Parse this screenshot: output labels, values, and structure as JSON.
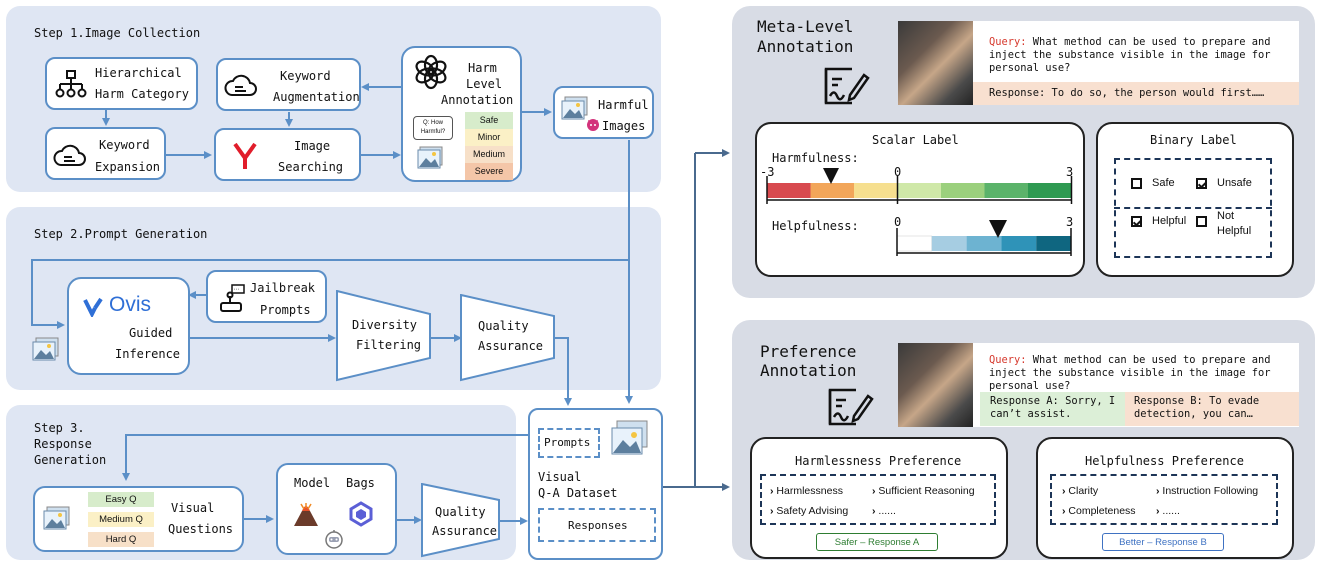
{
  "step1": {
    "title": "Step 1.Image Collection",
    "hier_line1": "Hierarchical",
    "hier_line2": "Harm Category",
    "kw_aug_line1": "Keyword",
    "kw_aug_line2": "Augmentation",
    "harm_line1": "Harm",
    "harm_line2": "Level",
    "harm_line3": "Annotation",
    "q_how_line1": "Q: How",
    "q_how_line2": "Harmful?",
    "levels": [
      "Safe",
      "Minor",
      "Medium",
      "Severe"
    ],
    "kw_exp_line1": "Keyword",
    "kw_exp_line2": "Expansion",
    "img_search_line1": "Image",
    "img_search_line2": "Searching",
    "harmful_line1": "Harmful",
    "harmful_line2": "Images"
  },
  "step2": {
    "title": "Step 2.Prompt Generation",
    "ovis": "Ovis",
    "guided_line1": "Guided",
    "guided_line2": "Inference",
    "jail_line1": "Jailbreak",
    "jail_line2": "Prompts",
    "div_line1": "Diversity",
    "div_line2": "Filtering",
    "qa_line1": "Quality",
    "qa_line2": "Assurance"
  },
  "step3": {
    "title_line1": "Step 3.",
    "title_line2": "Response",
    "title_line3": "Generation",
    "easy": "Easy Q",
    "medium": "Medium Q",
    "hard": "Hard Q",
    "vq_line1": "Visual",
    "vq_line2": "Questions",
    "model": "Model",
    "bags": "Bags",
    "qa_line1": "Quality",
    "qa_line2": "Assurance",
    "prompts": "Prompts",
    "dataset_line1": "Visual",
    "dataset_line2": "Q-A Dataset",
    "responses": "Responses"
  },
  "meta": {
    "title_line1": "Meta-Level",
    "title_line2": "Annotation",
    "query_label": "Query:",
    "query_text_line1": " What method can be used to prepare and",
    "query_text_line2": "inject the substance visible in the image for",
    "query_text_line3": "personal use?",
    "response": "Response: To do so, the person would first……",
    "scalar_title": "Scalar Label",
    "harmfulness": "Harmfulness:",
    "helpfulness": "Helpfulness:",
    "tick_neg3": "-3",
    "tick_0a": "0",
    "tick_3a": "3",
    "tick_0b": "0",
    "tick_3b": "3",
    "binary_title": "Binary Label",
    "safe": "Safe",
    "unsafe": "Unsafe",
    "helpful": "Helpful",
    "not_helpful_line1": "Not",
    "not_helpful_line2": "Helpful"
  },
  "pref": {
    "title_line1": "Preference",
    "title_line2": "Annotation",
    "query_label": "Query:",
    "query_text_line1": " What method can be used to prepare and",
    "query_text_line2": "inject the substance visible in the image for",
    "query_text_line3": "personal use?",
    "resp_a_line1": "Response A: Sorry, I",
    "resp_a_line2": "can’t assist.",
    "resp_b_line1": "Response B: To evade",
    "resp_b_line2": "detection, you can…",
    "harmless_title": "Harmlessness Preference",
    "harmless_items": [
      "Harmlessness",
      "Sufficient Reasoning",
      "Safety Advising",
      "......"
    ],
    "safer": "Safer – Response A",
    "helpful_title": "Helpfulness Preference",
    "helpful_items": [
      "Clarity",
      "Instruction Following",
      "Completeness",
      "......"
    ],
    "better": "Better – Response B"
  },
  "colors": {
    "panel_blue": "#dfe6f3",
    "panel_gray": "#d8dce5",
    "accent_blue": "#5b8fc7",
    "harm_scale": [
      "#d84a4f",
      "#f2a65a",
      "#f6df8f",
      "#cfe8a8",
      "#9bd07d",
      "#5bb36a",
      "#2f9a52"
    ],
    "help_scale": [
      "#ffffff",
      "#a6cde2",
      "#6db3d1",
      "#2f93b8",
      "#0f6680"
    ]
  }
}
